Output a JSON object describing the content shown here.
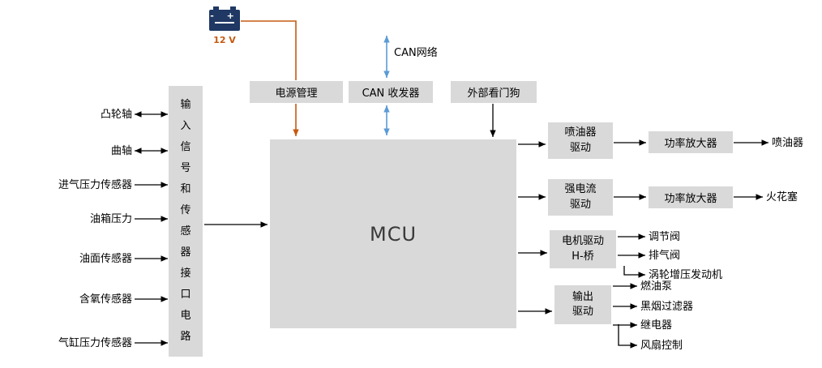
{
  "battery": {
    "symbols": "- +",
    "voltage": "12 V"
  },
  "top": {
    "power_management": "电源管理",
    "can_transceiver": "CAN 收发器",
    "watchdog": "外部看门狗",
    "can_network": "CAN网络"
  },
  "interface": {
    "label": "输入信号和传感器接口电路"
  },
  "mcu": {
    "label": "MCU"
  },
  "inputs": [
    {
      "label": "凸轮轴",
      "arrow": "double"
    },
    {
      "label": "曲轴",
      "arrow": "double"
    },
    {
      "label": "进气压力传感器",
      "arrow": "right"
    },
    {
      "label": "油箱压力",
      "arrow": "right"
    },
    {
      "label": "油面传感器",
      "arrow": "right"
    },
    {
      "label": "含氧传感器",
      "arrow": "right"
    },
    {
      "label": "气缸压力传感器",
      "arrow": "right"
    }
  ],
  "chains": {
    "injector": {
      "driver_line1": "喷油器",
      "driver_line2": "驱动",
      "amplifier": "功率放大器",
      "output": "喷油器"
    },
    "ignition": {
      "driver_line1": "强电流",
      "driver_line2": "驱动",
      "amplifier": "功率放大器",
      "output": "火花塞"
    },
    "motor": {
      "driver_line1": "电机驱动",
      "driver_line2": "H-桥",
      "outputs": [
        "调节阀",
        "排气阀",
        "涡轮增压发动机"
      ]
    },
    "output": {
      "driver_line1": "输出",
      "driver_line2": "驱动",
      "outputs": [
        "燃油泵",
        "黑烟过滤器",
        "继电器",
        "风扇控制"
      ]
    }
  },
  "colors": {
    "box_fill": "#d9d9d9",
    "battery_fill": "#1f3864",
    "power_line": "#c55a11",
    "can_line": "#5b9bd5",
    "signal_line": "#000000"
  }
}
